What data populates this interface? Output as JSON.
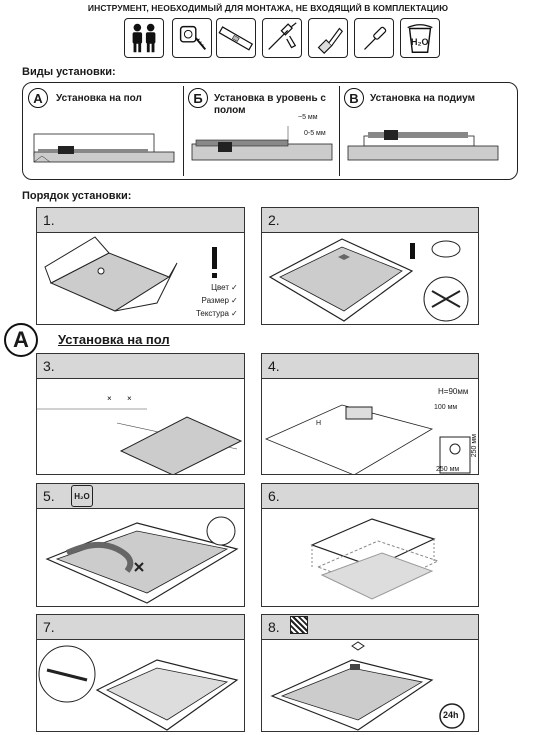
{
  "header": "ИНСТРУМЕНТ, НЕОБХОДИМЫЙ ДЛЯ МОНТАЖА, НЕ ВХОДЯЩИЙ В КОМПЛЕКТАЦИЮ",
  "tools": [
    {
      "icon": "two-people-icon"
    },
    {
      "icon": "tape-measure-icon"
    },
    {
      "icon": "spirit-level-icon"
    },
    {
      "icon": "caulk-gun-icon"
    },
    {
      "icon": "putty-knife-icon"
    },
    {
      "icon": "screwdriver-icon"
    },
    {
      "icon": "water-bucket-icon",
      "label": "H₂O"
    }
  ],
  "install_types": {
    "title": "Виды установки:",
    "items": [
      {
        "letter": "А",
        "title": "Установка на пол"
      },
      {
        "letter": "Б",
        "title": "Установка в уровень с полом",
        "dim1": "~5 мм",
        "dim2": "0-5 мм"
      },
      {
        "letter": "В",
        "title": "Установка на подиум"
      }
    ]
  },
  "order": {
    "title": "Порядок установки:"
  },
  "steps": [
    {
      "num": "1.",
      "checklist": [
        "Цвет",
        "Размер",
        "Текстура"
      ]
    },
    {
      "num": "2."
    },
    {
      "num": "3."
    },
    {
      "num": "4.",
      "height": "H=90мм",
      "dim_a": "100 мм",
      "dim_b": "250 мм",
      "dim_c": "250 мм",
      "h_mark": "H"
    },
    {
      "num": "5.",
      "bucket": "H₂O"
    },
    {
      "num": "6."
    },
    {
      "num": "7."
    },
    {
      "num": "8.",
      "time": "24h"
    }
  ],
  "floor_section": {
    "letter": "А",
    "title": "Установка на пол"
  }
}
